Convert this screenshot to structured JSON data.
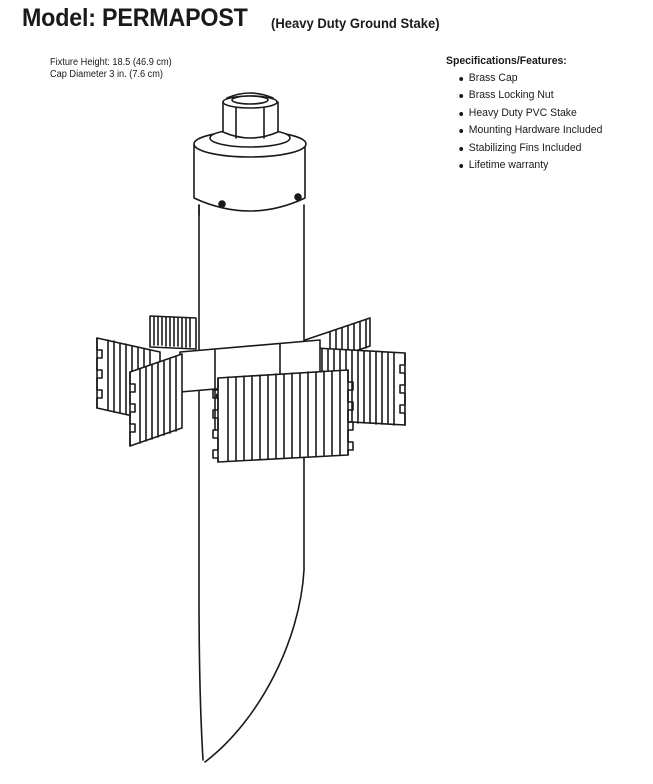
{
  "header": {
    "model": "Model: PERMAPOST",
    "subtitle": "(Heavy Duty Ground Stake)"
  },
  "dimensions": {
    "fixture_height": "Fixture Height: 18.5 (46.9 cm)",
    "cap_diameter": "Cap Diameter  3 in. (7.6 cm)"
  },
  "specs": {
    "heading": "Specifications/Features:",
    "items": [
      "Brass Cap",
      "Brass Locking Nut",
      "Heavy Duty PVC Stake",
      "Mounting Hardware Included",
      "Stabilizing Fins Included",
      "Lifetime warranty"
    ]
  },
  "colors": {
    "line": "#1a1a1a",
    "background": "#ffffff"
  },
  "drawing": {
    "subject": "ground-stake-illustration"
  }
}
